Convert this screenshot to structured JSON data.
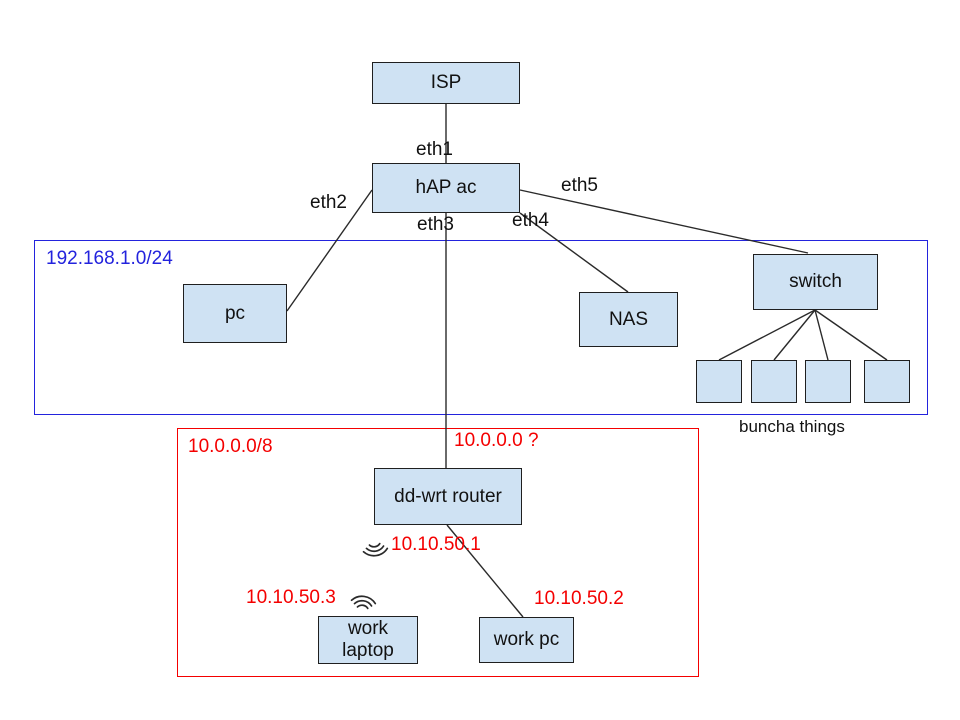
{
  "diagram": {
    "nodes": {
      "isp": {
        "label": "ISP"
      },
      "hap": {
        "label": "hAP ac"
      },
      "pc": {
        "label": "pc"
      },
      "nas": {
        "label": "NAS"
      },
      "switch": {
        "label": "switch"
      },
      "ddwrt": {
        "label": "dd-wrt router"
      },
      "work_laptop": {
        "label": "work\nlaptop"
      },
      "work_pc": {
        "label": "work pc"
      }
    },
    "port_labels": {
      "eth1": "eth1",
      "eth2": "eth2",
      "eth3": "eth3",
      "eth4": "eth4",
      "eth5": "eth5"
    },
    "zones": {
      "lan": {
        "label": "192.168.1.0/24",
        "border_color": "#2323dd"
      },
      "work": {
        "label": "10.0.0.0/8",
        "border_color": "#f40000"
      }
    },
    "ip_labels": {
      "ddwrt_uplink": "10.0.0.0 ?",
      "ddwrt_wifi": "10.10.50.1",
      "work_laptop": "10.10.50.3",
      "work_pc": "10.10.50.2"
    },
    "annotations": {
      "switch_devices": "buncha things"
    },
    "colors": {
      "node_fill": "#cfe2f3",
      "node_border": "#1f1f1f",
      "wire": "#2a2a2a",
      "red": "#f40000",
      "blue": "#2323dd"
    }
  }
}
